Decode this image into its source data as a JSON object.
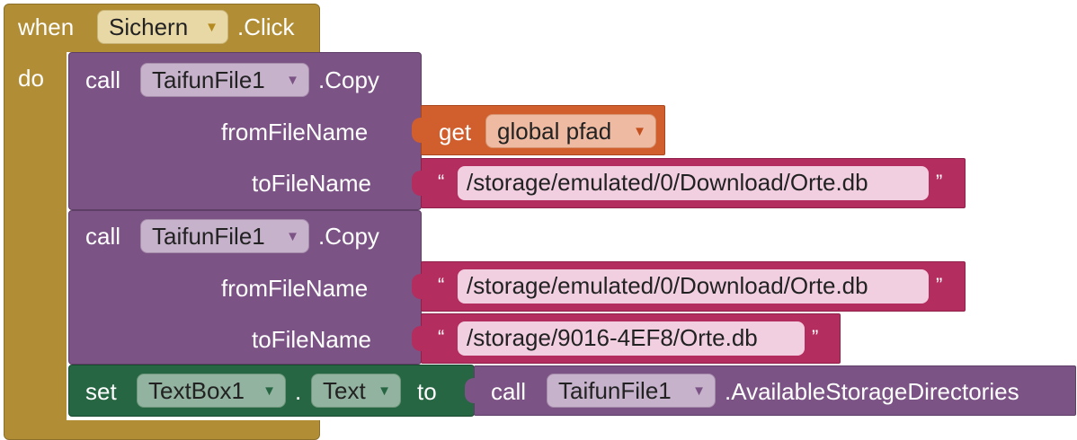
{
  "event": {
    "when_label": "when",
    "component": "Sichern",
    "event_name": ".Click",
    "do_label": "do"
  },
  "copy1": {
    "call_label": "call",
    "component": "TaifunFile1",
    "method": ".Copy",
    "from_label": "fromFileName",
    "to_label": "toFileName",
    "from_get_label": "get",
    "from_var": "global pfad",
    "to_value": "/storage/emulated/0/Download/Orte.db"
  },
  "copy2": {
    "call_label": "call",
    "component": "TaifunFile1",
    "method": ".Copy",
    "from_label": "fromFileName",
    "to_label": "toFileName",
    "from_value": "/storage/emulated/0/Download/Orte.db",
    "to_value": "/storage/9016-4EF8/Orte.db"
  },
  "setblock": {
    "set_label": "set",
    "component": "TextBox1",
    "dot": ".",
    "property": "Text",
    "to_label": "to",
    "call_label": "call",
    "call_component": "TaifunFile1",
    "call_method": ".AvailableStorageDirectories"
  },
  "glyphs": {
    "open_quote": "“",
    "close_quote": "”",
    "dropdown_arrow": "▼"
  },
  "colors": {
    "event": "#b18e35",
    "procedure": "#7c5385",
    "variable": "#d05f2d",
    "text": "#b32d5e",
    "component_set": "#266643"
  }
}
